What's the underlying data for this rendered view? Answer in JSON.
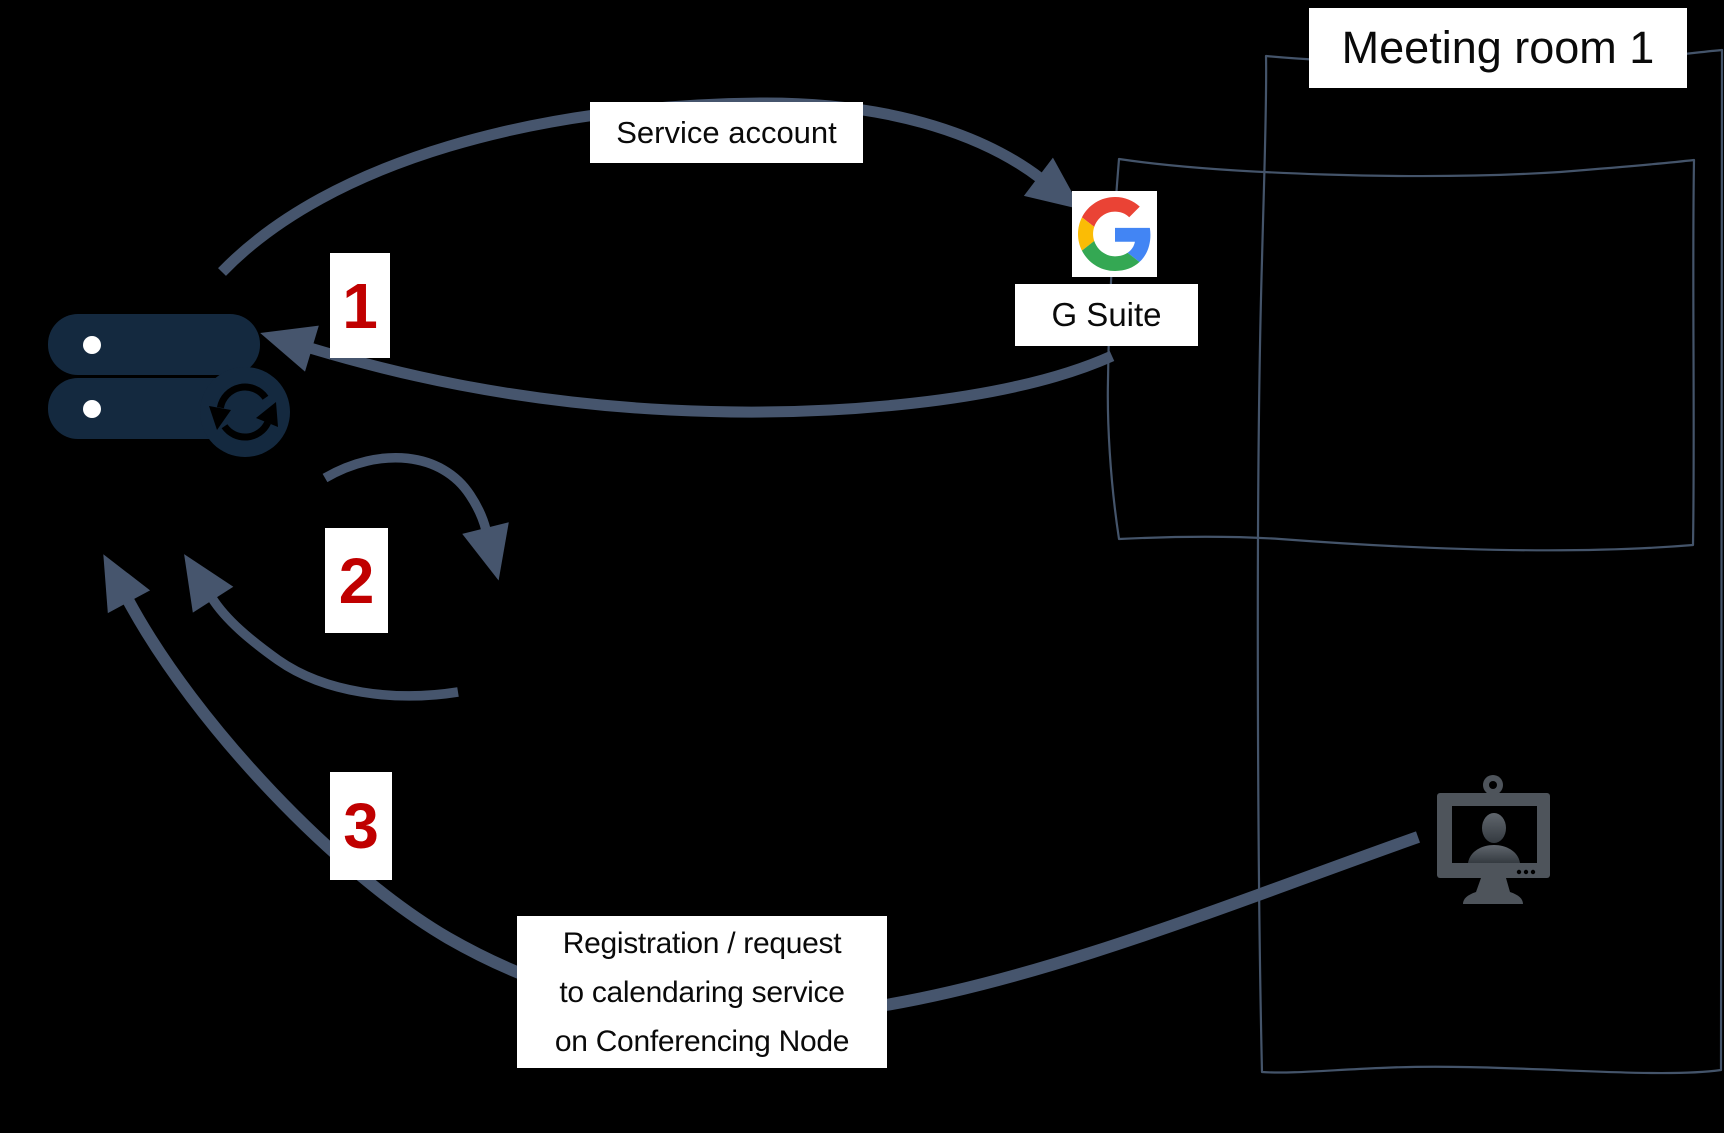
{
  "diagram": {
    "labels": {
      "service_account": "Service account",
      "meeting_room": "Meeting room 1",
      "g_suite": "G Suite",
      "registration_lines": [
        "Registration / request",
        "to calendaring service",
        "on Conferencing Node"
      ]
    },
    "steps": [
      {
        "label": "1"
      },
      {
        "label": "2"
      },
      {
        "label": "3"
      }
    ],
    "icons": {
      "server": "management-node-server-icon",
      "sync": "sync-arrows-icon",
      "google": "google-g-logo-icon",
      "endpoint": "video-conference-endpoint-icon"
    }
  },
  "colors": {
    "background": "#000000",
    "arrow": "#46556d",
    "outline": "#44546a",
    "step_number": "#c00000",
    "server_icon": "#14293f",
    "endpoint_icon": "#4e545b",
    "label_bg": "#ffffff",
    "label_text": "#0a0a0a",
    "google_red": "#ea4335",
    "google_blue": "#4285f4",
    "google_yellow": "#fbbc05",
    "google_green": "#34a853"
  }
}
